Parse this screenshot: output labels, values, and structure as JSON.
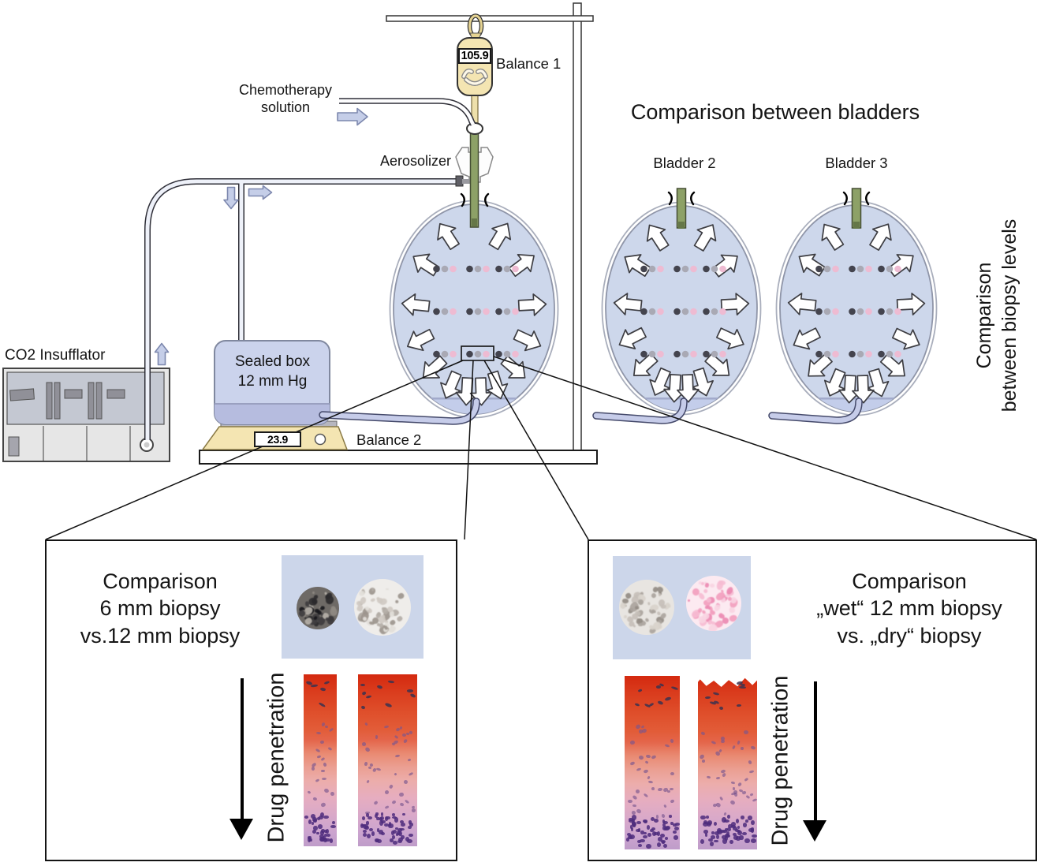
{
  "scene": {
    "balance1_label": "Balance 1",
    "balance1_reading": "105.9",
    "balance2_label": "Balance 2",
    "balance2_reading": "23.9",
    "chemo_line1": "Chemotherapy",
    "chemo_line2": "solution",
    "aerosolizer_label": "Aerosolizer",
    "co2_label": "CO2 Insufflator",
    "sealed_box_line1": "Sealed box",
    "sealed_box_line2": "12 mm Hg",
    "bladders_title": "Comparison between bladders",
    "bladder2_label": "Bladder 2",
    "bladder3_label": "Bladder 3",
    "side_title_line1": "Comparison",
    "side_title_line2": "between biopsy levels"
  },
  "panels": {
    "left": {
      "title_line1": "Comparison",
      "title_line2": "6 mm biopsy",
      "title_line3": "vs.12 mm biopsy",
      "axis_label": "Drug penetration"
    },
    "right": {
      "title_line1": "Comparison",
      "title_line2": "„wet“ 12 mm biopsy",
      "title_line3": "vs. „dry“ biopsy",
      "axis_label": "Drug penetration"
    }
  },
  "icons": {
    "outflow_arrows": "outward-block-arrow",
    "flow_arrows": "block-arrow",
    "drug_penetration_arrow": "long-down-arrow"
  },
  "colors": {
    "bladder_fill": "#cdd7eb",
    "bladder_pool": "#c3cdea",
    "bladder_outline": "#8f95a8",
    "membrane_outline": "#a9aebc",
    "dot_dark": "#44444e",
    "dot_gray": "#a9a9b4",
    "dot_pink": "#eebbd2",
    "flow_arrow_fill": "#c5cee8",
    "flow_arrow_stroke": "#7d88ae",
    "catheter_green": "#8da167",
    "catheter_edge": "#454e33",
    "catheter_tip": "#657748",
    "balance_tan": "#f4e5b2",
    "box_blue": "#cbd3ec",
    "box_liquid": "#b6bcdf",
    "tube_core": "#c6cce9",
    "tube_edge": "#44496a",
    "line_dark": "#111111"
  },
  "biopsy_rows": {
    "row_y": [
      341,
      395,
      449
    ],
    "groups_per_row": 3,
    "dots_per_group": 3,
    "group_pattern": [
      "dark",
      "gray",
      "pink"
    ]
  },
  "biopsy_palettes": {
    "dark": {
      "base": "#6e6a66",
      "spots": [
        "#17171b",
        "#2c2b2e",
        "#8f8a83",
        "#3e3c3e",
        "#b5b0a8"
      ]
    },
    "lightgray": {
      "base": "#efedea",
      "spots": [
        "#b3ada6",
        "#cfc9c2",
        "#9c958d",
        "#e2ded9"
      ]
    },
    "gray": {
      "base": "#e8e5e1",
      "spots": [
        "#aaa49d",
        "#c5bfb8",
        "#938c84",
        "#d8d2cb"
      ]
    },
    "pink": {
      "base": "#fceaf1",
      "spots": [
        "#f29ebe",
        "#f6bcd2",
        "#eb8ab2",
        "#f9d4e2"
      ]
    }
  },
  "histology": {
    "specks_top": "#3b3350",
    "nuclei_mid": "#7a568f",
    "nuclei_bottom": "#4d2b7d"
  }
}
